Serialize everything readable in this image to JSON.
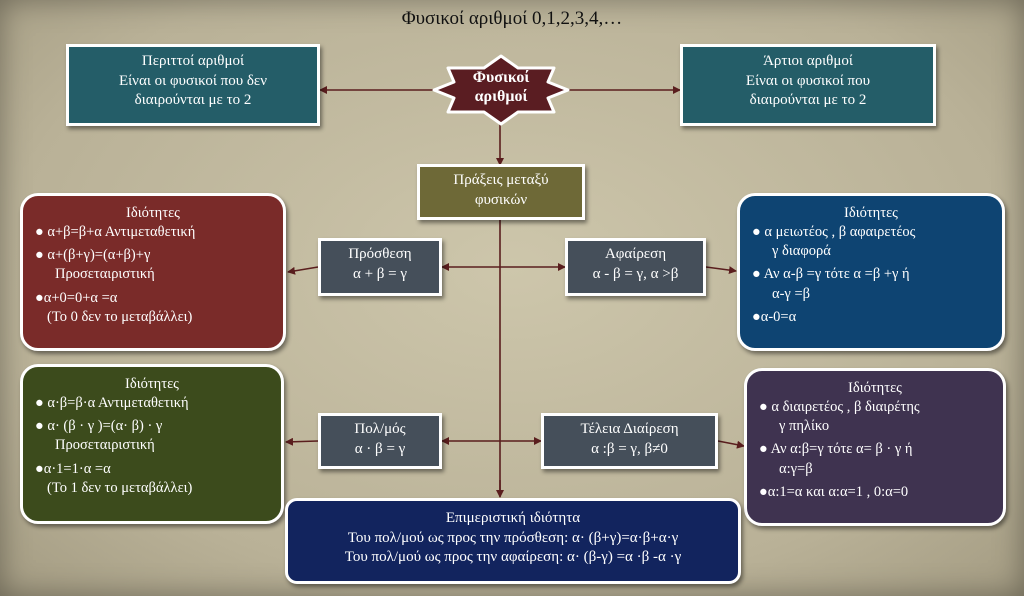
{
  "title": "Φυσικοί αριθμοί 0,1,2,3,4,…",
  "center": {
    "line1": "Φυσικοί",
    "line2": "αριθμοί"
  },
  "odd": {
    "line1": "Περιττοί αριθμοί",
    "line2": "Είναι οι φυσικοί που δεν",
    "line3": "διαιρούνται με το 2"
  },
  "even": {
    "line1": "Άρτιοι αριθμοί",
    "line2": "Είναι οι φυσικοί που",
    "line3": "διαιρούνται με το 2"
  },
  "operations": {
    "line1": "Πράξεις μεταξύ",
    "line2": "φυσικών"
  },
  "addition": {
    "line1": "Πρόσθεση",
    "line2": "α + β = γ"
  },
  "subtraction": {
    "line1": "Αφαίρεση",
    "line2": "α - β = γ, α >β"
  },
  "multiplication": {
    "line1": "Πολ/μός",
    "line2": "α · β = γ"
  },
  "division": {
    "line1": "Τέλεια Διαίρεση",
    "line2": "α :β = γ, β≠0"
  },
  "add_props": {
    "head": "Ιδιότητες",
    "l1": "● α+β=β+α   Αντιμεταθετική",
    "l2": "● α+(β+γ)=(α+β)+γ",
    "l3": "Προσεταιριστική",
    "l4": "●α+0=0+α =α",
    "l5": "(Το 0 δεν το μεταβάλλει)"
  },
  "sub_props": {
    "head": "Ιδιότητες",
    "l1": "● α μειωτέος , β αφαιρετέος",
    "l2": "γ διαφορά",
    "l3": "● Αν α-β =γ  τότε  α =β +γ   ή",
    "l4": "α-γ =β",
    "l5": "●α-0=α"
  },
  "mul_props": {
    "head": "Ιδιότητες",
    "l1": "● α·β=β·α   Αντιμεταθετική",
    "l2": "● α· (β · γ )=(α· β) · γ",
    "l3": "Προσεταιριστική",
    "l4": "●α·1=1·α =α",
    "l5": "(Το 1 δεν το μεταβάλλει)"
  },
  "div_props": {
    "head": "Ιδιότητες",
    "l1": "● α διαιρετέος , β διαιρέτης",
    "l2": "γ πηλίκο",
    "l3": "● Αν α:β=γ  τότε  α= β · γ   ή",
    "l4": "α:γ=β",
    "l5": "●α:1=α   και   α:α=1 , 0:α=0"
  },
  "distributive": {
    "l1": "Επιμεριστική ιδιότητα",
    "l2": "Του πολ/μού ως προς την πρόσθεση: α· (β+γ)=α·β+α·γ",
    "l3": "Του πολ/μού ως προς την αφαίρεση: α· (β-γ) =α ·β -α ·γ"
  },
  "colors": {
    "background": "#b8b096",
    "teal": "#245d68",
    "olive": "#6e6937",
    "gray": "#454f5a",
    "maroon": "#7a2b29",
    "navy": "#0e4472",
    "green": "#3c4b1c",
    "purple": "#3f3350",
    "blue": "#12245e",
    "star": "#5a1d22",
    "connector": "#5a1e1e"
  }
}
